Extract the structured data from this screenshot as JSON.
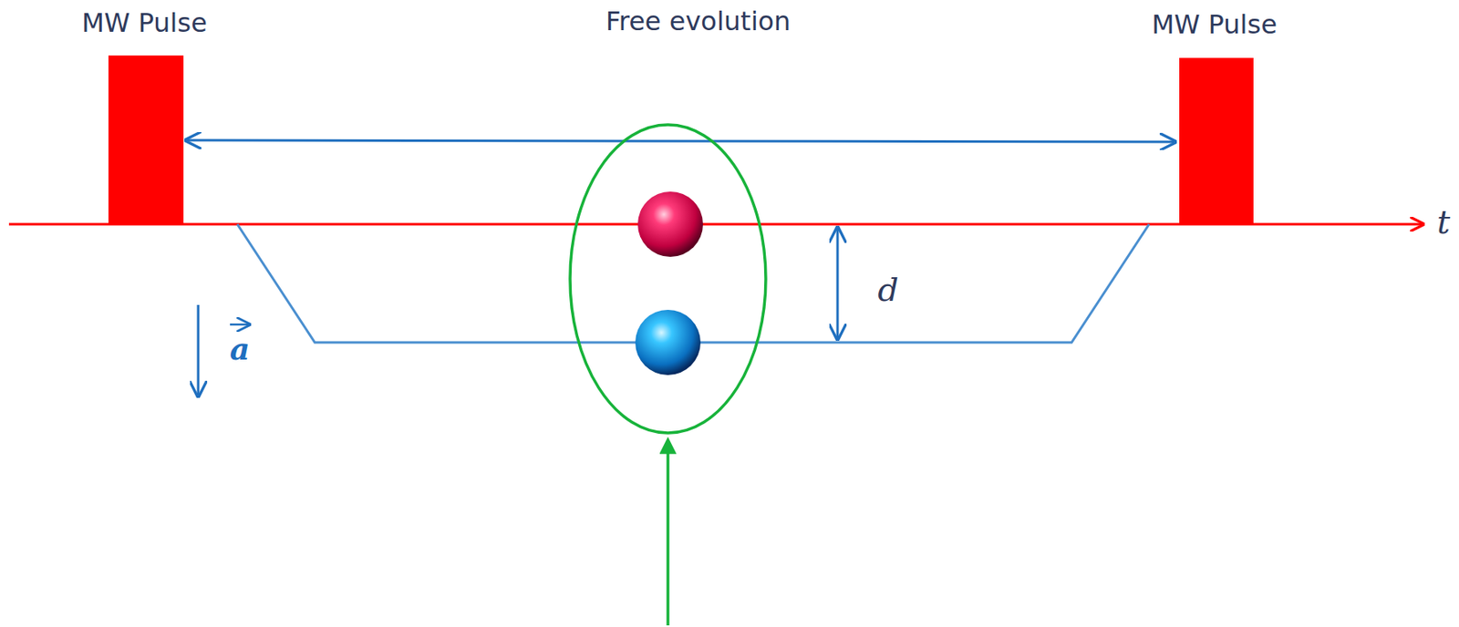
{
  "diagram": {
    "labels": [
      "MW Pulse",
      "Free evolution",
      "MW Pulse",
      "t",
      "a",
      "d"
    ]
  }
}
